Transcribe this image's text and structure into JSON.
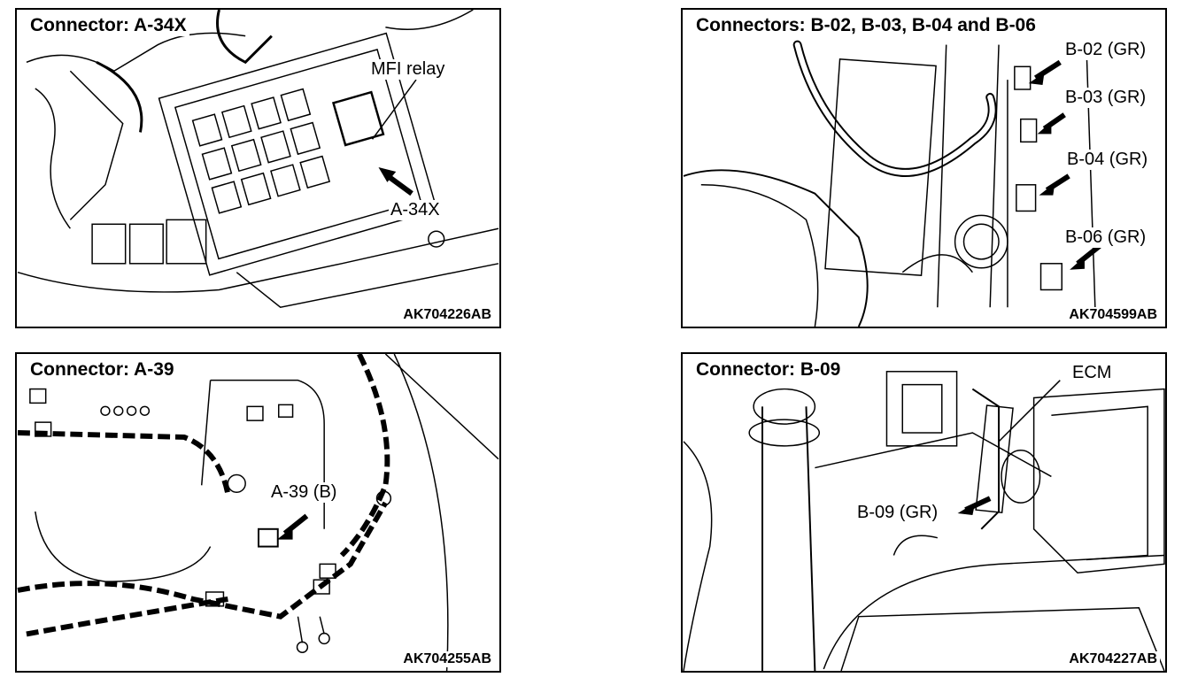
{
  "panels": [
    {
      "title": "Connector: A-34X",
      "ref": "AK704226AB",
      "labels": [
        "MFI relay",
        "A-34X"
      ]
    },
    {
      "title": "Connectors: B-02, B-03, B-04 and B-06",
      "ref": "AK704599AB",
      "labels": [
        "B-02 (GR)",
        "B-03 (GR)",
        "B-04 (GR)",
        "B-06 (GR)"
      ]
    },
    {
      "title": "Connector: A-39",
      "ref": "AK704255AB",
      "labels": [
        "A-39 (B)"
      ]
    },
    {
      "title": "Connector: B-09",
      "ref": "AK704227AB",
      "labels": [
        "ECM",
        "B-09 (GR)"
      ]
    }
  ]
}
